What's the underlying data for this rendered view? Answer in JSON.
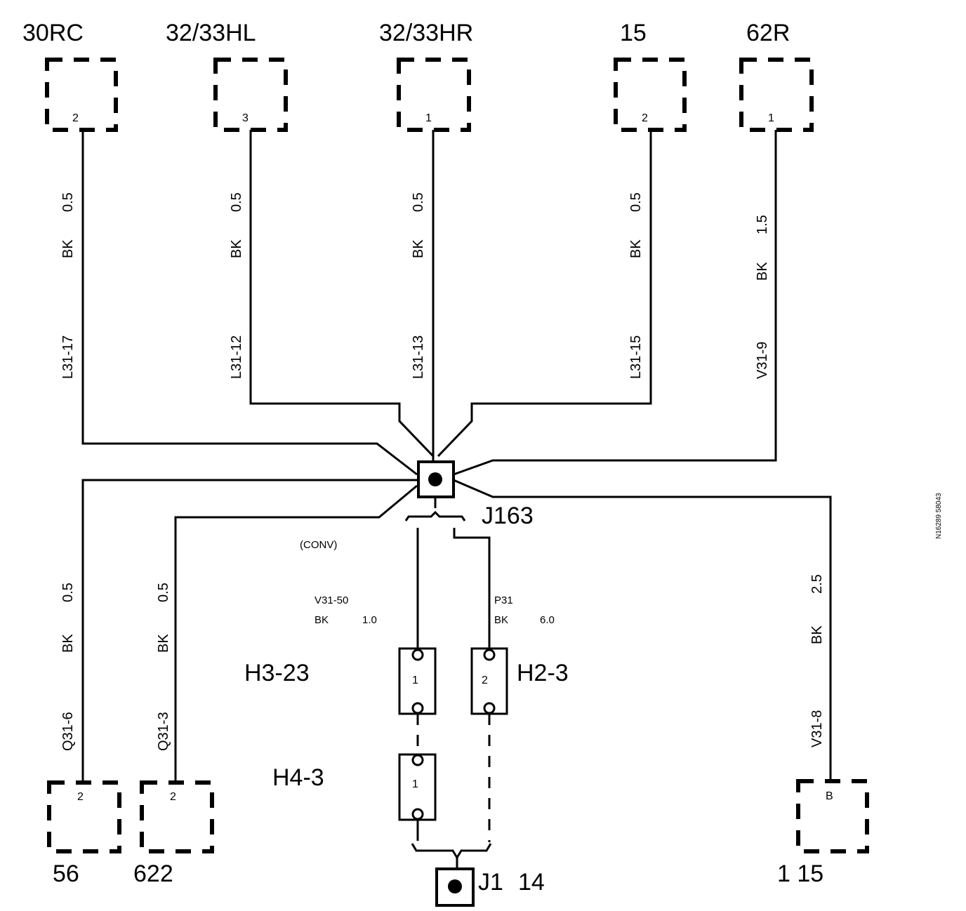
{
  "doc_id": "N16289 58043",
  "top_connectors": [
    {
      "name": "30RC",
      "pin": "2"
    },
    {
      "name": "32/33HL",
      "pin": "3"
    },
    {
      "name": "32/33HR",
      "pin": "1"
    },
    {
      "name": "15",
      "pin": "2"
    },
    {
      "name": "62R",
      "pin": "1"
    }
  ],
  "bottom_connectors": [
    {
      "name": "56",
      "pin": "2"
    },
    {
      "name": "622",
      "pin": "2"
    },
    {
      "name": "1 15",
      "pin": "B"
    }
  ],
  "wires": [
    {
      "size": "0.5",
      "color": "BK",
      "circuit": "L31-17"
    },
    {
      "size": "0.5",
      "color": "BK",
      "circuit": "L31-12"
    },
    {
      "size": "0.5",
      "color": "BK",
      "circuit": "L31-13"
    },
    {
      "size": "0.5",
      "color": "BK",
      "circuit": "L31-15"
    },
    {
      "size": "1.5",
      "color": "BK",
      "circuit": "V31-9"
    },
    {
      "size": "0.5",
      "color": "BK",
      "circuit": "Q31-6"
    },
    {
      "size": "0.5",
      "color": "BK",
      "circuit": "Q31-3"
    },
    {
      "size": "2.5",
      "color": "BK",
      "circuit": "V31-8"
    }
  ],
  "splice_main": "J163",
  "conv_note": "(CONV)",
  "branch_left": {
    "circuit": "V31-50",
    "color": "BK",
    "size": "1.0"
  },
  "branch_right": {
    "circuit": "P31",
    "color": "BK",
    "size": "6.0"
  },
  "fuses": [
    {
      "name": "H3-23",
      "number": "1"
    },
    {
      "name": "H2-3",
      "number": "2"
    },
    {
      "name": "H4-3",
      "number": "1"
    }
  ],
  "ground": {
    "name": "J1",
    "number": "14"
  }
}
